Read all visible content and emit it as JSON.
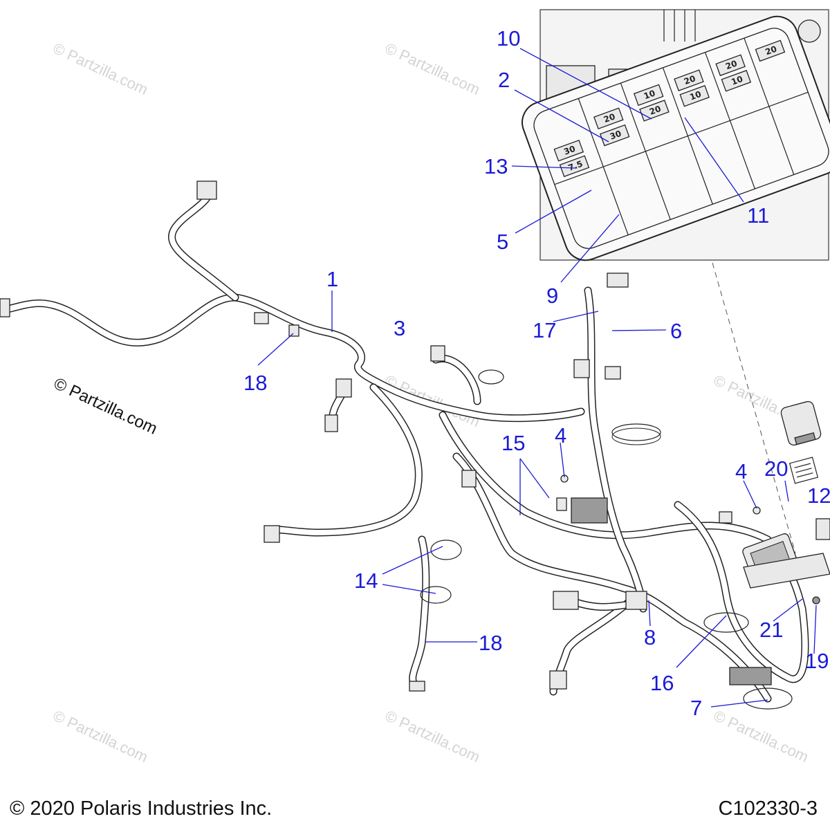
{
  "watermarks": {
    "main": "© Partzilla.com",
    "faint": "© Partzilla.com"
  },
  "callouts": {
    "c1": "1",
    "c2": "2",
    "c3": "3",
    "c4a": "4",
    "c4b": "4",
    "c5": "5",
    "c6": "6",
    "c7": "7",
    "c8": "8",
    "c9": "9",
    "c10": "10",
    "c11": "11",
    "c12": "12",
    "c13": "13",
    "c14": "14",
    "c15": "15",
    "c16": "16",
    "c17": "17",
    "c18a": "18",
    "c18b": "18",
    "c19": "19",
    "c20": "20",
    "c21": "21"
  },
  "fuse_ratings": {
    "f_a": "30",
    "f_b": "7.5",
    "f_c": "20",
    "f_d": "30",
    "f_e": "10",
    "f_f": "20",
    "f_g": "20",
    "f_h": "10",
    "f_i": "20",
    "f_j": "10",
    "f_k": "20"
  },
  "footer": {
    "copyright": "© 2020 Polaris Industries Inc.",
    "code": "C102330-3"
  },
  "colors": {
    "callout": "#1a1ad6",
    "line": "#222222",
    "watermark": "#d4d4d4",
    "inset_bg": "#f2f2f2"
  }
}
